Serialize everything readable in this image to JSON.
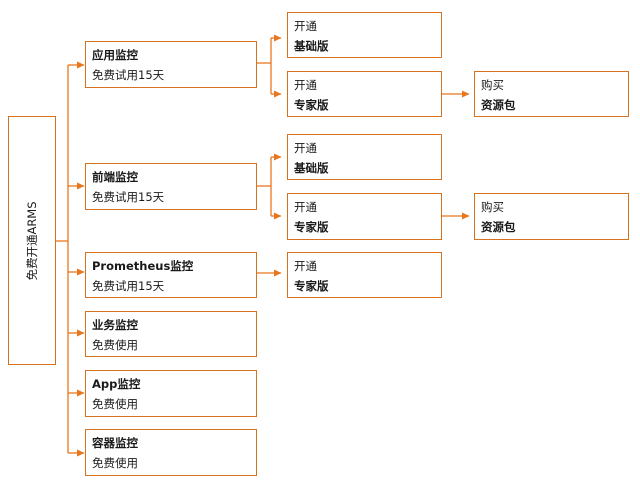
{
  "colors": {
    "accent": "#d4731f",
    "box_border": "#d4731f",
    "text": "#1a1a1a"
  },
  "root": {
    "label": "免费开通ARMS"
  },
  "products": [
    {
      "name": "应用监控",
      "trial": "免费试用15天"
    },
    {
      "name": "前端监控",
      "trial": "免费试用15天"
    },
    {
      "name": "Prometheus监控",
      "trial": "免费试用15天"
    },
    {
      "name": "业务监控",
      "trial": "免费使用"
    },
    {
      "name": "App监控",
      "trial": "免费使用"
    },
    {
      "name": "容器监控",
      "trial": "免费使用"
    }
  ],
  "editions": [
    {
      "action": "开通",
      "edition": "基础版"
    },
    {
      "action": "开通",
      "edition": "专家版"
    },
    {
      "action": "开通",
      "edition": "基础版"
    },
    {
      "action": "开通",
      "edition": "专家版"
    },
    {
      "action": "开通",
      "edition": "专家版"
    }
  ],
  "packages": [
    {
      "action": "购买",
      "name": "资源包"
    },
    {
      "action": "购买",
      "name": "资源包"
    }
  ]
}
